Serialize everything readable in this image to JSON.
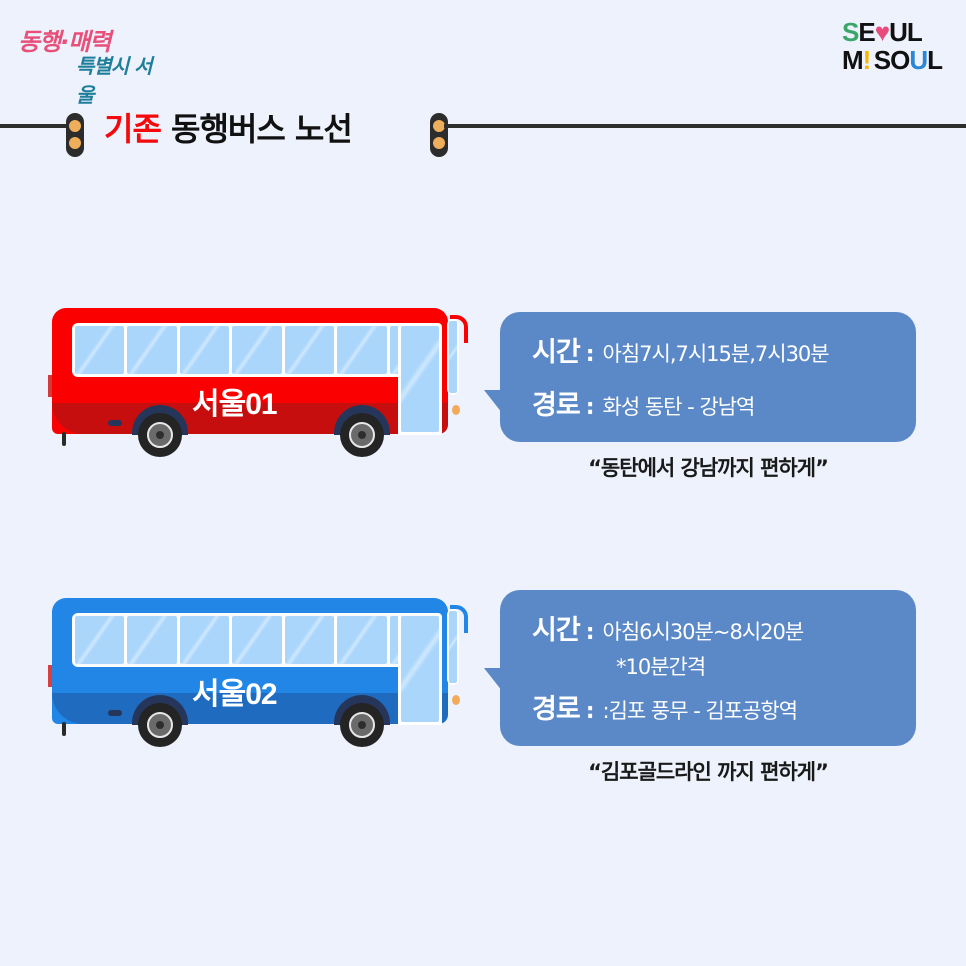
{
  "logos": {
    "left": {
      "line1": "동행·매력",
      "line2": "특별시 서울"
    },
    "right": {
      "row1": [
        "S",
        "E",
        "♥",
        "U",
        "L"
      ],
      "row2": [
        "M",
        "!",
        " ",
        "S",
        "O",
        "U",
        "L"
      ],
      "text": "SEOUL MY SOUL"
    }
  },
  "header": {
    "title_highlight": "기존",
    "title_rest": " 동행버스 노선",
    "highlight_color": "#f40a0a",
    "icon": "traffic-signal-icon"
  },
  "routes": [
    {
      "bus_label": "서울01",
      "bus_color": "#fb0000",
      "time_key": "시간",
      "time_value": "아침7시,7시15분,7시30분",
      "time_sub": "",
      "route_key": "경로",
      "route_value": "화성 동탄 - 강남역",
      "caption": "“동탄에서 강남까지 편하게”"
    },
    {
      "bus_label": "서울02",
      "bus_color": "#2286e6",
      "time_key": "시간",
      "time_value": "아침6시30분~8시20분",
      "time_sub": "*10분간격",
      "route_key": "경로",
      "route_value": ":김포 풍무 - 김포공항역",
      "caption": "“김포골드라인 까지 편하게”"
    }
  ],
  "colors": {
    "background": "#eef2fd",
    "bubble": "#5b88c6",
    "signal_light": "#efae5c"
  }
}
